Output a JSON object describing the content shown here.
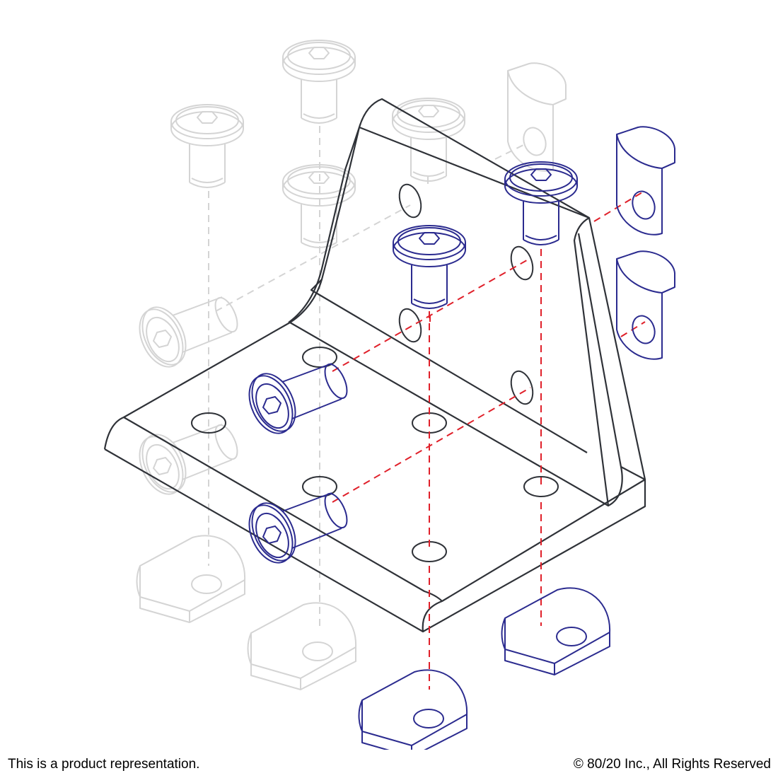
{
  "footer": {
    "disclaimer": "This is a product representation.",
    "copyright": "© 80/20 Inc., All Rights Reserved"
  },
  "colors": {
    "active_part": "#2b2b8f",
    "ghost_part": "#d4d4d4",
    "bracket": "#2f3238",
    "assembly_path": "#e0202a"
  },
  "parts": {
    "bracket": "corner-bracket",
    "fastener": "button-head-socket-cap-screw",
    "nut": "drop-in-t-nut"
  }
}
